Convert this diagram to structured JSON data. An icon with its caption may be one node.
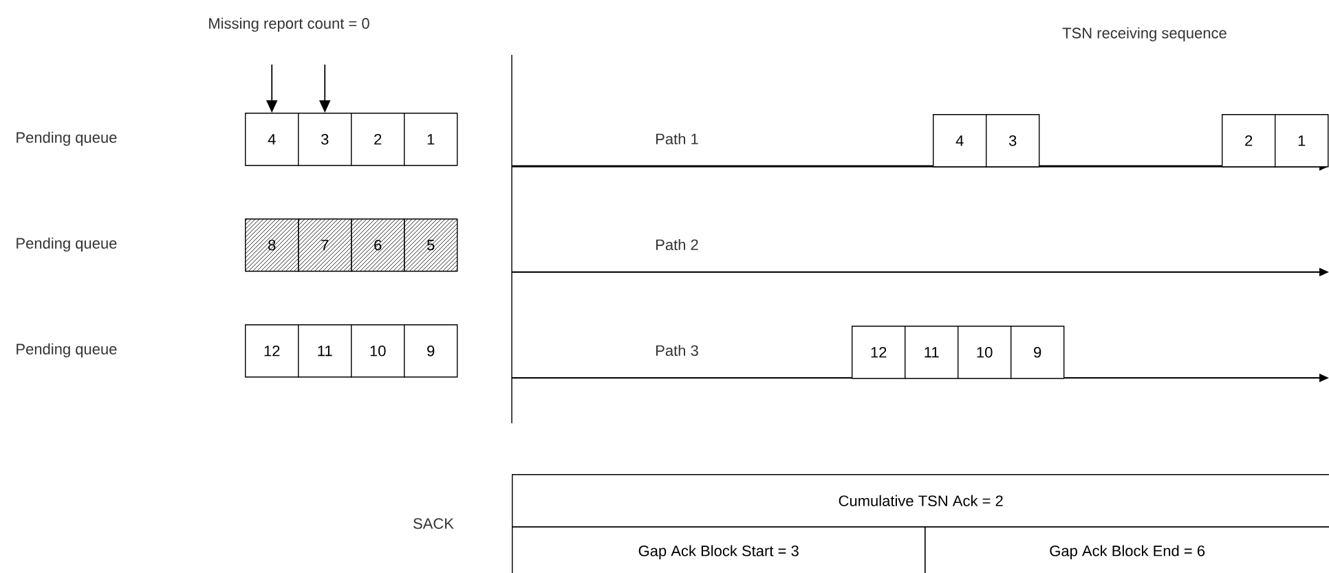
{
  "diagram": {
    "nodes": [
      {
        "text": [
          "4"
        ]
      },
      {
        "text": [
          "3"
        ]
      },
      {
        "text": [
          "2"
        ]
      },
      {
        "text": [
          "1"
        ]
      },
      {
        "text": [
          "8"
        ]
      },
      {
        "text": [
          "7"
        ]
      },
      {
        "text": [
          "6"
        ]
      },
      {
        "text": [
          "5"
        ]
      },
      {
        "text": [
          "12"
        ]
      },
      {
        "text": [
          "11"
        ]
      },
      {
        "text": [
          "10"
        ]
      },
      {
        "text": [
          "9"
        ]
      },
      {
        "text": [
          "4"
        ]
      },
      {
        "text": [
          "3"
        ]
      },
      {
        "text": [
          "2"
        ]
      },
      {
        "text": [
          "1"
        ]
      },
      {
        "text": [
          "12"
        ]
      },
      {
        "text": [
          "11"
        ]
      },
      {
        "text": [
          "10"
        ]
      },
      {
        "text": [
          "9"
        ]
      }
    ],
    "edges": [
      {
        "from": null,
        "to": 0,
        "arrow": "to"
      },
      {
        "from": null,
        "to": 1,
        "arrow": "to"
      }
    ],
    "labels": [
      "Missing report count = 0",
      "TSN receiving sequence",
      "Pending queue",
      "Path 1",
      "Pending queue",
      "Path 2",
      "Pending queue",
      "Path 3",
      "Cumulative TSN Ack = 2",
      "SACK",
      "Gap Ack Block Start = 3",
      "Gap Ack Block End = 6"
    ]
  }
}
